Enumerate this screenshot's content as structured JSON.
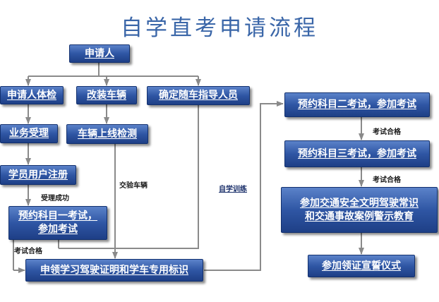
{
  "title": "自学直考申请流程",
  "nodes": {
    "apply": "申请人",
    "medical": "申请人体检",
    "modify": "改装车辆",
    "instructor": "确定随车指导人员",
    "business": "业务受理",
    "inspection": "车辆上线检测",
    "register": "学员用户注册",
    "exam1_line1": "预约科目一考试，",
    "exam1_line2": "参加考试",
    "permit": "申领学习驾驶证明和学车专用标识",
    "exam2": "预约科目二考试，参加考试",
    "exam3": "预约科目三考试，参加考试",
    "safety_line1": "参加交通安全文明驾驶常识",
    "safety_line2": "和交通事故案例警示教育",
    "ceremony": "参加领证宣誓仪式"
  },
  "labels": {
    "register_ok": "受理成功",
    "exam1_pass": "考试合格",
    "submit_vehicle": "交验车辆",
    "self_training": "自学训练",
    "exam2_pass": "考试合格",
    "exam3_pass": "考试合格"
  },
  "colors": {
    "box_top": "#5b82c9",
    "box_bottom": "#1e3f86",
    "title": "#3a66a8",
    "connector": "#8a8a8a"
  }
}
